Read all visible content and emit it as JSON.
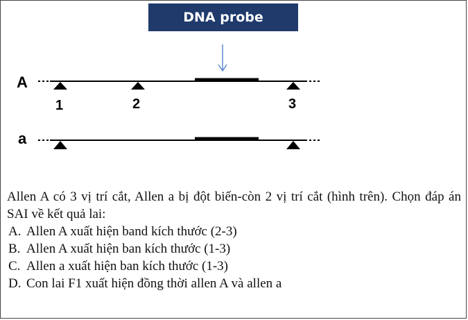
{
  "probe": {
    "label": "DNA probe"
  },
  "alleles": [
    {
      "label": "A",
      "sites": [
        "1",
        "2",
        "3"
      ]
    },
    {
      "label": "a",
      "sites": []
    }
  ],
  "question": {
    "stem": "Allen A có 3 vị trí cắt, Allen a bị đột biến-còn 2 vị trí cắt (hình trên). Chọn đáp án SAI về kết quả lai:",
    "options": [
      {
        "letter": "A.",
        "text": "Allen A xuất hiện band kích thước (2-3)"
      },
      {
        "letter": "B.",
        "text": "Allen A xuất hiện ban kích thước (1-3)"
      },
      {
        "letter": "C.",
        "text": "Allen a xuất hiện ban kích thước (1-3)"
      },
      {
        "letter": "D.",
        "text": "Con lai F1 xuất hiện đồng thời allen A và allen a"
      }
    ]
  },
  "colors": {
    "probe_box": "#1f3a6b",
    "arrow": "#5b8bd0",
    "line": "#000000"
  }
}
